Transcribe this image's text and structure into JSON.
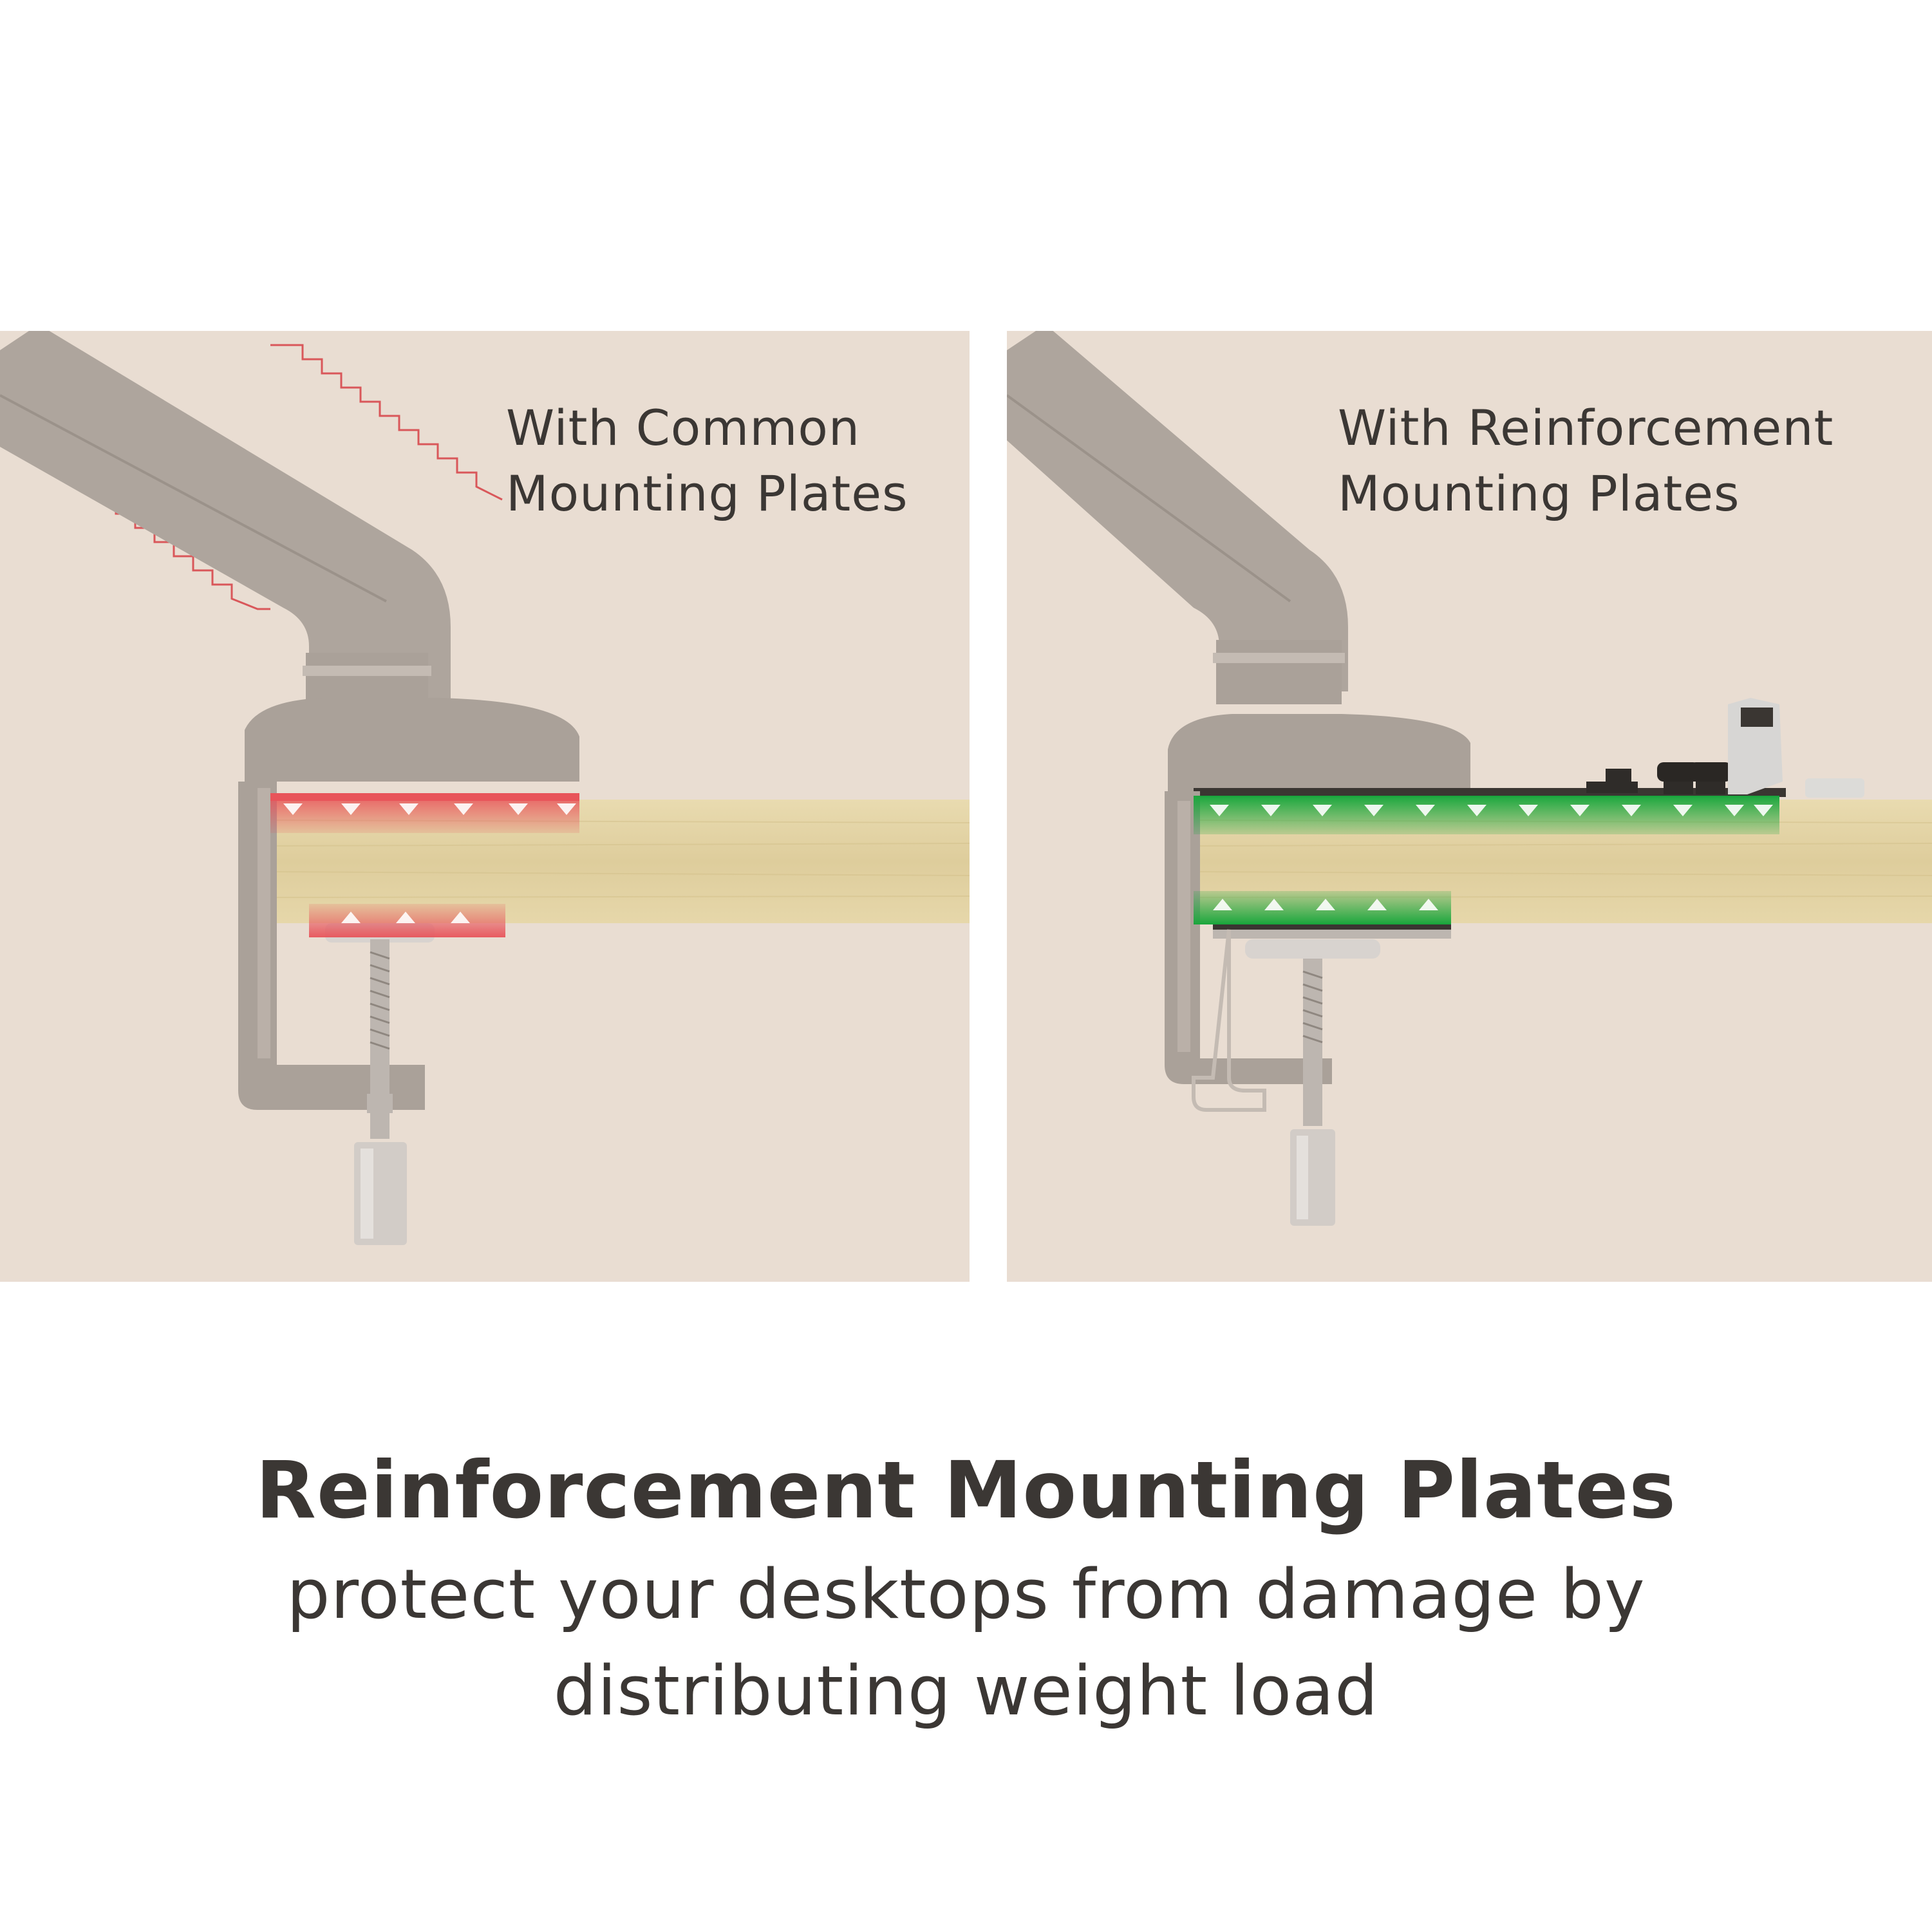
{
  "panels": {
    "left": {
      "label_line1": "With Common",
      "label_line2": "Mounting Plates",
      "pressure_color": "#e8545a"
    },
    "right": {
      "label_line1": "With Reinforcement",
      "label_line2": "Mounting Plates",
      "pressure_color": "#1aa63c"
    }
  },
  "caption": {
    "title": "Reinforcement Mounting Plates",
    "line1": "protect your desktops from damage by",
    "line2": "distributing weight load"
  },
  "colors": {
    "panel_background": "#e9ddd2",
    "text": "#3b3734",
    "desk_wood": "#e3d3a5",
    "mount_metal": "#aaa199"
  }
}
